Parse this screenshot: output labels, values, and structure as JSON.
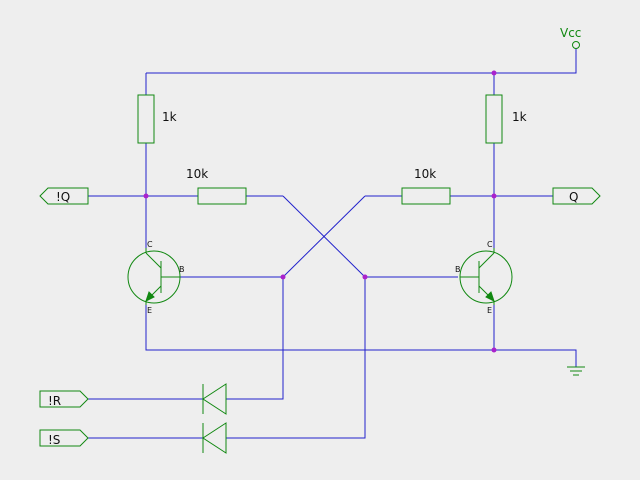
{
  "supply": {
    "label": "Vcc"
  },
  "resistors": {
    "r_left_pullup": "1k",
    "r_right_pullup": "1k",
    "r_left_cross": "10k",
    "r_right_cross": "10k"
  },
  "ports": {
    "iq": "!Q",
    "q": "Q",
    "ir": "!R",
    "is": "!S"
  },
  "transistor_pins": {
    "collector": "C",
    "base": "B",
    "emitter": "E"
  },
  "colors": {
    "wire": "#2222cc",
    "component": "#118811",
    "junction": "#aa22cc",
    "background": "#eeeeee"
  }
}
